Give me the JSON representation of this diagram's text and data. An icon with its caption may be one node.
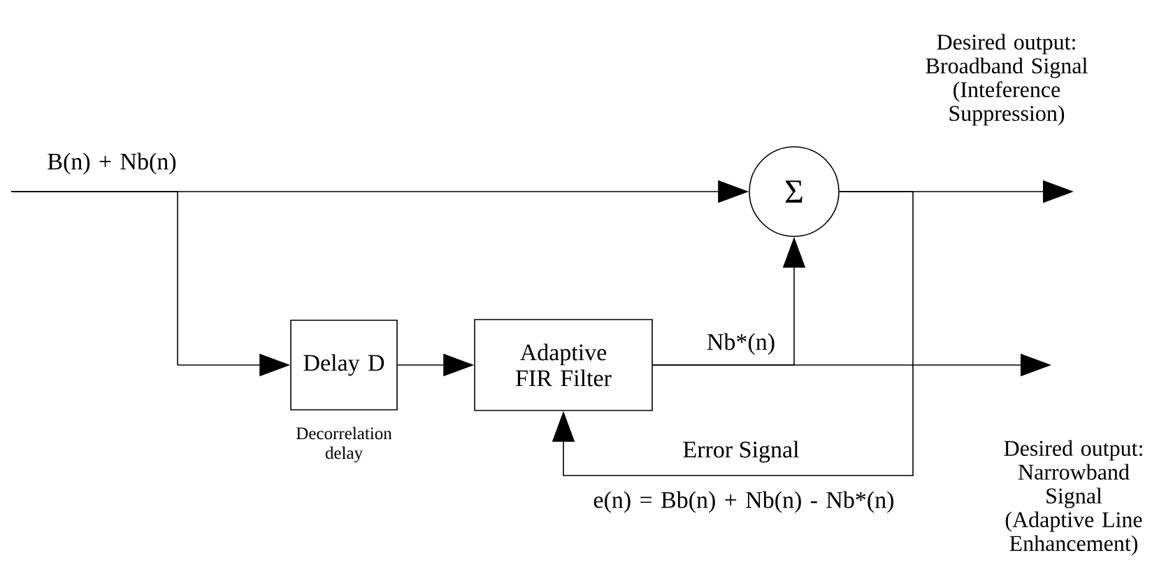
{
  "diagram": {
    "nodes": [
      {
        "text": [
          "Delay D"
        ],
        "beside": [
          "Decorrelation delay"
        ]
      },
      {
        "text": [
          "Adaptive FIR Filter"
        ]
      },
      {
        "text": [
          "Σ"
        ]
      }
    ],
    "edges": [
      {
        "from": null,
        "to": 2,
        "arrow": "to"
      },
      {
        "from": null,
        "to": 0,
        "arrow": "to"
      },
      {
        "from": 0,
        "to": 1,
        "arrow": "to"
      },
      {
        "from": 1,
        "to": 2,
        "arrow": "to"
      },
      {
        "from": 2,
        "to": null,
        "arrow": "to"
      },
      {
        "from": 1,
        "to": null,
        "arrow": "to"
      },
      {
        "from": 2,
        "to": 1,
        "arrow": "to",
        "label": "Error Signal"
      }
    ],
    "labels": [
      "B(n) + Nb(n)",
      "Desired output: Broadband Signal (Inteference Suppression)",
      "Nb*(n)",
      "Desired output: Narrowband Signal (Adaptive Line Enhancement)",
      "e(n) = Bb(n) + Nb(n) - Nb*(n)"
    ]
  }
}
